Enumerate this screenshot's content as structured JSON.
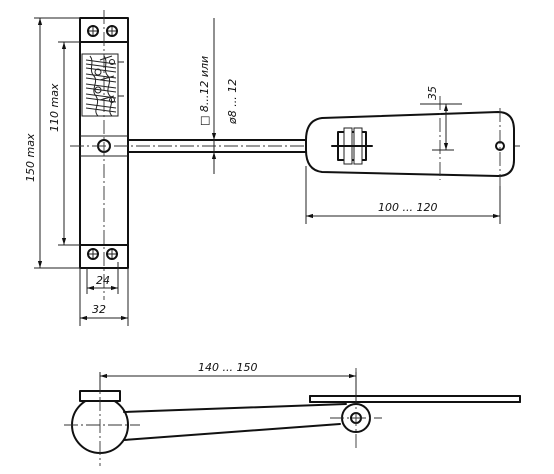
{
  "drawing": {
    "dimensions": {
      "overall_height": "150 max",
      "inner_height": "110 max",
      "rod_section": "□ 8...12 или",
      "rod_diameter": "ø8 ... 12",
      "arm_height": "35",
      "arm_length": "100 ... 120",
      "inner_width": "24",
      "outer_width": "32",
      "span": "140 ... 150"
    }
  }
}
